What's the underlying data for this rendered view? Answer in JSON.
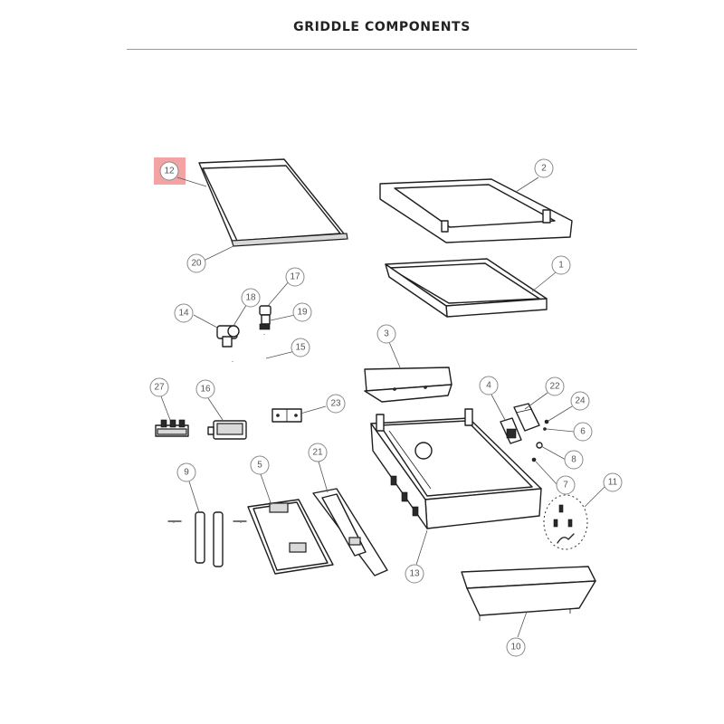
{
  "header": {
    "title": "GRIDDLE COMPONENTS"
  },
  "highlight": {
    "part": "12",
    "color": "#f3a3a3"
  },
  "callouts": [
    "12",
    "20",
    "2",
    "1",
    "14",
    "18",
    "17",
    "19",
    "15",
    "3",
    "27",
    "16",
    "23",
    "4",
    "22",
    "24",
    "6",
    "8",
    "7",
    "11",
    "9",
    "5",
    "21",
    "13",
    "10"
  ]
}
